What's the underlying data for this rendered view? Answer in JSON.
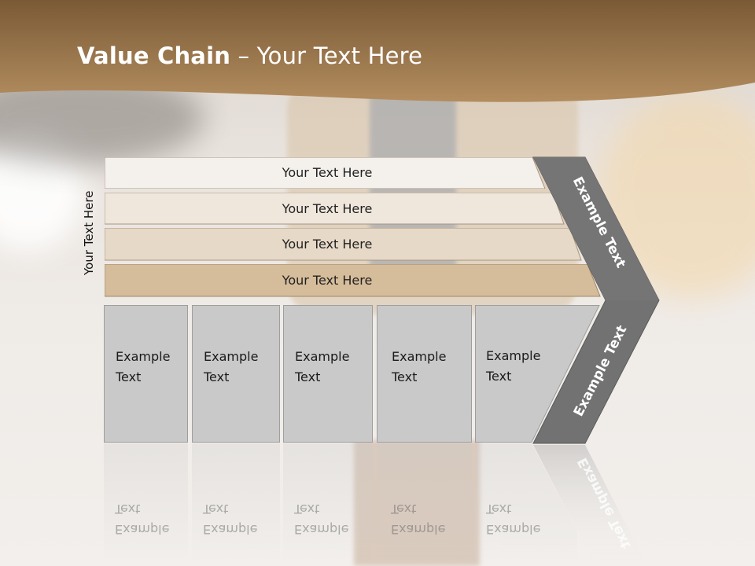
{
  "slide": {
    "title_bold": "Value Chain",
    "title_rest": " – Your Text Here",
    "side_label": "Your Text Here"
  },
  "rows": [
    {
      "label": "Your Text Here"
    },
    {
      "label": "Your Text Here"
    },
    {
      "label": "Your Text Here"
    },
    {
      "label": "Your Text Here"
    }
  ],
  "boxes": [
    {
      "line1": "Example",
      "line2": "Text"
    },
    {
      "line1": "Example",
      "line2": "Text"
    },
    {
      "line1": "Example",
      "line2": "Text"
    },
    {
      "line1": "Example",
      "line2": "Text"
    },
    {
      "line1": "Example",
      "line2": "Text"
    }
  ],
  "chevron": {
    "upper_label": "Example Text",
    "lower_label": "Example Text",
    "color": "#727272"
  },
  "colors": {
    "header": "#8c6a42",
    "row1": "#f4f1ec",
    "row2": "#efe6dc",
    "row3": "#e7d9c7",
    "row4": "#d5bc9a",
    "box": "#c9c9c9"
  }
}
